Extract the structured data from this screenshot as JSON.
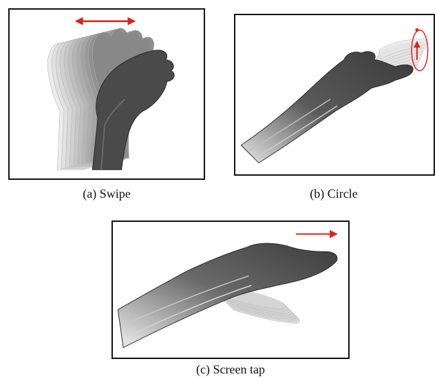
{
  "figure": {
    "panels": [
      {
        "id": "a",
        "caption": "(a) Swipe",
        "gesture": "swipe",
        "arrow_icon": "double-headed-arrow-icon"
      },
      {
        "id": "b",
        "caption": "(b) Circle",
        "gesture": "circle",
        "arrow_icon": "circular-arrow-icon"
      },
      {
        "id": "c",
        "caption": "(c) Screen tap",
        "gesture": "screen-tap",
        "arrow_icon": "right-arrow-icon"
      }
    ],
    "colors": {
      "arrow": "#e0201c",
      "hand_dark": "#3a3a3a",
      "hand_light": "#d8d8d8",
      "border": "#111111"
    }
  }
}
